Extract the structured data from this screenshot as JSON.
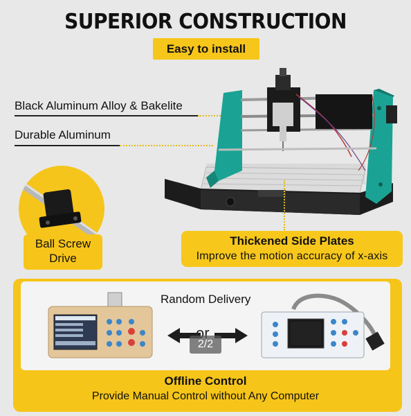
{
  "title": "SUPERIOR CONSTRUCTION",
  "badge": "Easy to install",
  "callouts": {
    "frame": "Black Aluminum Alloy & Bakelite",
    "rails": "Durable Aluminum"
  },
  "ball_screw": {
    "line1": "Ball Screw",
    "line2": "Drive"
  },
  "side_plates": {
    "title": "Thickened Side Plates",
    "subtitle": "Improve the motion accuracy of x-axis"
  },
  "offline": {
    "random": "Random Delivery",
    "or": "or",
    "title": "Offline Control",
    "subtitle": "Provide Manual Control without Any Computer"
  },
  "pager": "2/2",
  "colors": {
    "accent": "#f6c519",
    "frame_green": "#1aa394",
    "background": "#e8e8e8"
  }
}
